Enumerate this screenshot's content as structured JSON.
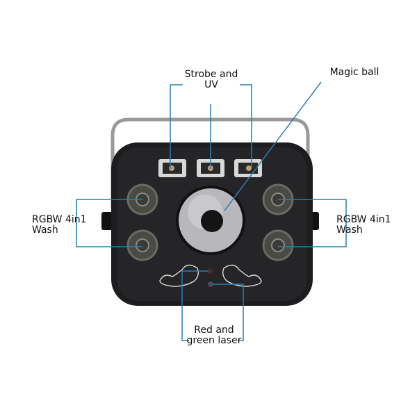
{
  "labels": {
    "strobe": "Strobe and UV",
    "magic_ball": "Magic ball",
    "wash_left": "RGBW 4in1 Wash",
    "wash_right": "RGBW 4in1 Wash",
    "laser": "Red and green laser"
  },
  "colors": {
    "callout_line": "#2a7fb0",
    "body": "#1d1d1f"
  }
}
